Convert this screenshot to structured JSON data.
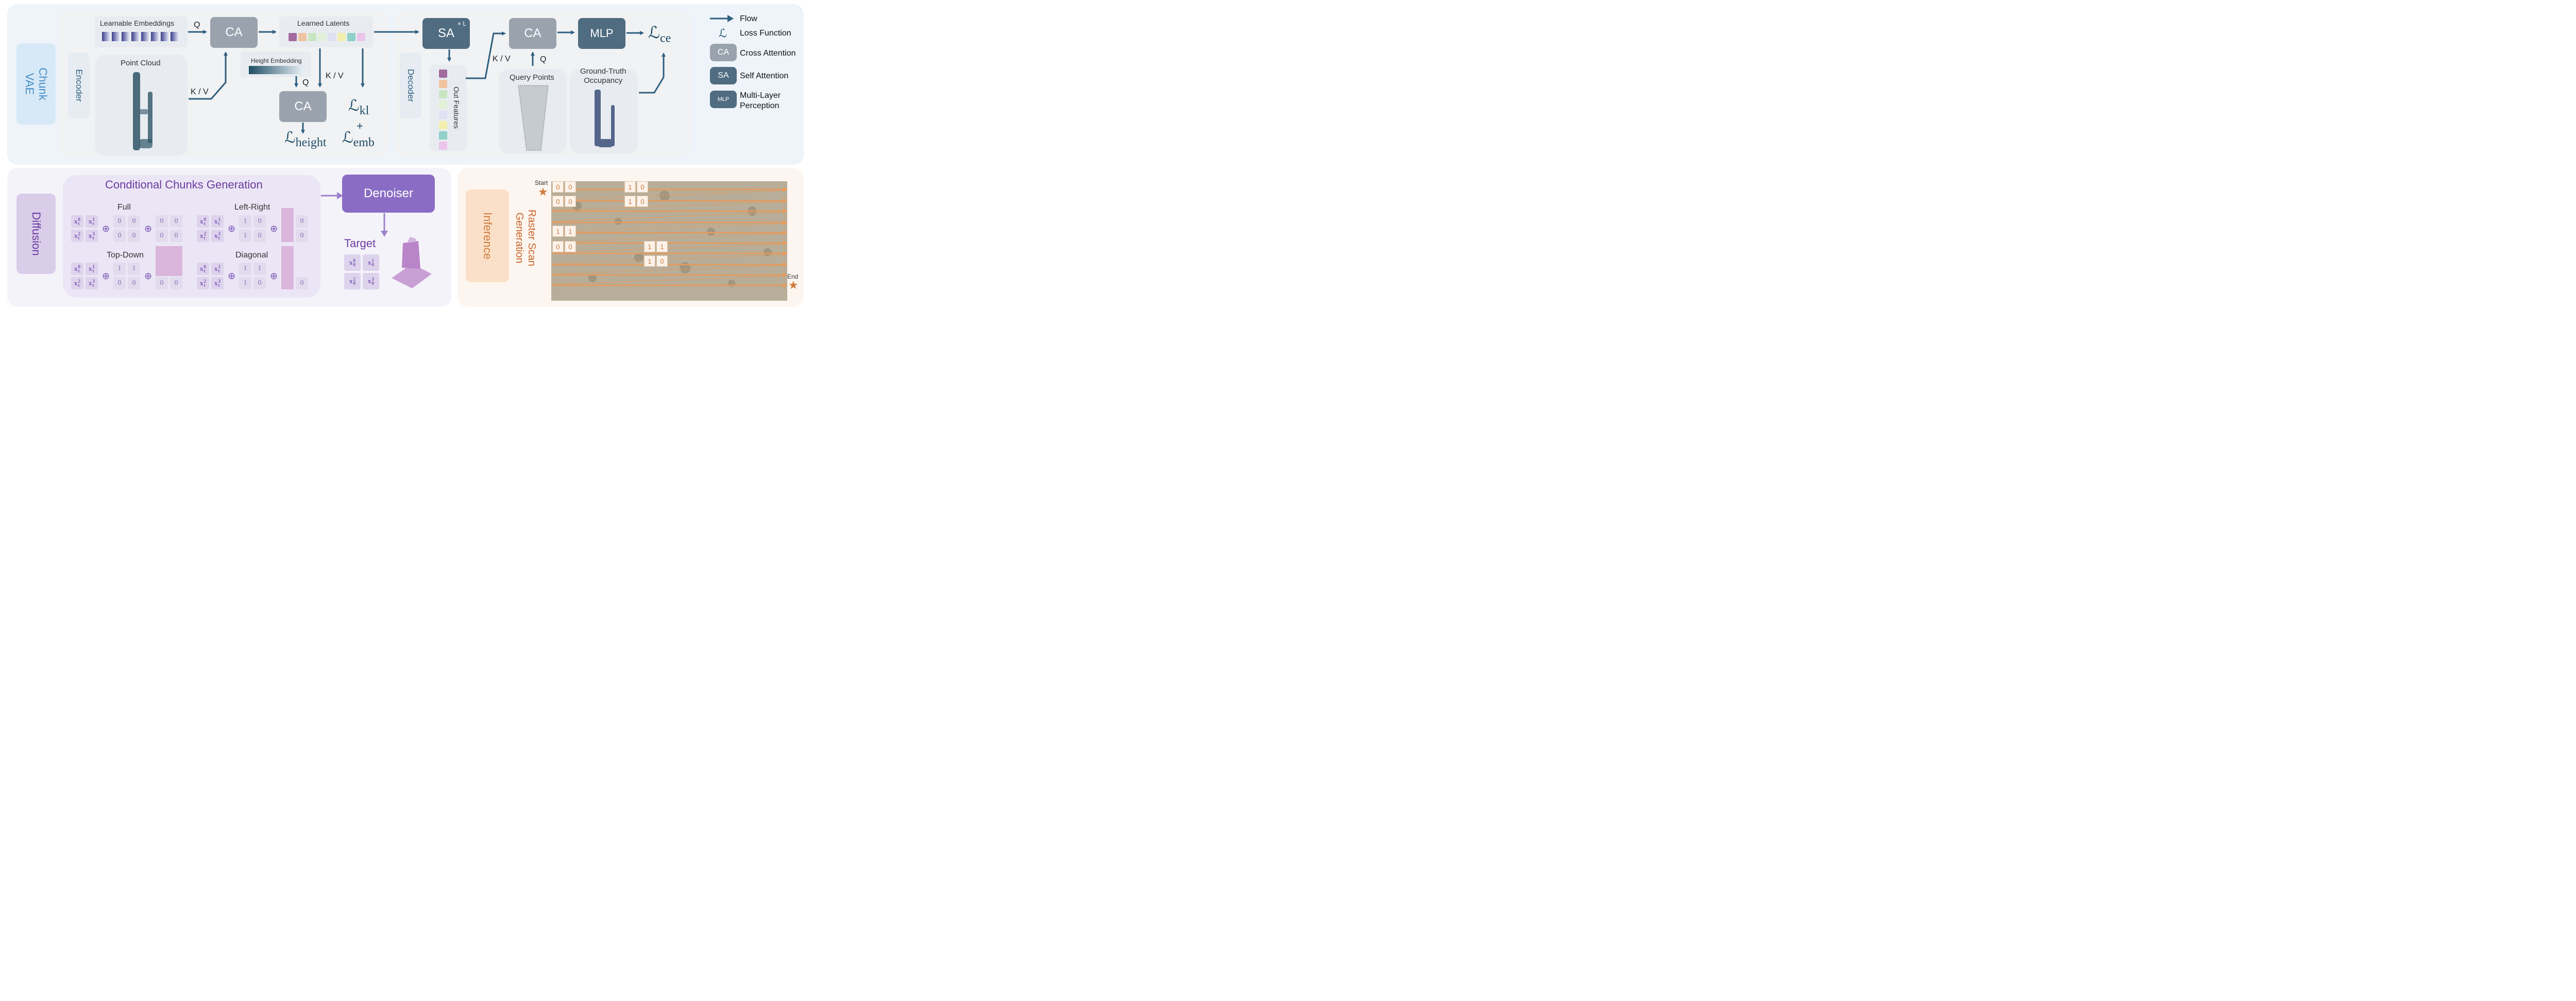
{
  "vae": {
    "section_label": "Chunk\nVAE",
    "encoder_label": "Encoder",
    "decoder_label": "Decoder",
    "learnable_embeddings": "Learnable Embeddings",
    "point_cloud": "Point Cloud",
    "learned_latents": "Learned Latents",
    "height_embedding": "Height Embedding",
    "out_features": "Out Features",
    "query_points": "Query Points",
    "gt_occupancy": "Ground-Truth\nOccupancy",
    "ca": "CA",
    "sa": "SA",
    "sa_mult": "× L",
    "mlp": "MLP",
    "q": "Q",
    "kv": "K / V",
    "loss_height": "ℒ",
    "loss_height_sub": "height",
    "loss_kl": "ℒ",
    "loss_kl_sub": "kl",
    "plus": "+",
    "loss_emb": "ℒ",
    "loss_emb_sub": "emb",
    "loss_ce": "ℒ",
    "loss_ce_sub": "ce"
  },
  "legend": {
    "flow": "Flow",
    "loss_symbol": "ℒ",
    "loss": "Loss Function",
    "ca_box": "CA",
    "ca": "Cross Attention",
    "sa_box": "SA",
    "sa": "Self Attention",
    "mlp_box": "MLP",
    "mlp": "Multi-Layer\nPerception"
  },
  "diffusion": {
    "section_label": "Diffusion",
    "title": "Conditional Chunks Generation",
    "modes": [
      "Full",
      "Left-Right",
      "Top-Down",
      "Diagonal"
    ],
    "mode_masks": [
      [
        "0",
        "0",
        "0",
        "0"
      ],
      [
        "1",
        "0",
        "1",
        "0"
      ],
      [
        "1",
        "1",
        "0",
        "0"
      ],
      [
        "1",
        "1",
        "1",
        "0"
      ]
    ],
    "mode_cond": [
      [
        "0",
        "0",
        "0",
        "0"
      ],
      [
        "0",
        "0"
      ],
      [
        "0",
        "0"
      ],
      [
        "0"
      ]
    ],
    "oplus": "⊕",
    "denoiser": "Denoiser",
    "target": "Target"
  },
  "inference": {
    "section_label": "Inference",
    "subtitle": "Raster Scan\nGeneration",
    "start": "Start",
    "end": "End",
    "cells": [
      "0",
      "0",
      "1",
      "0",
      "0",
      "0",
      "1",
      "0",
      "1",
      "1",
      "0",
      "0",
      "1",
      "1",
      "1",
      "0"
    ]
  },
  "colors": {
    "vae_bg": "#eef4fa",
    "diffusion_bg": "#f5f3fa",
    "inference_bg": "#fdf6f0",
    "ca": "#9aa3ad",
    "sa": "#4f6c80",
    "arrow": "#2f5f7f",
    "purple": "#7b55b5",
    "orange": "#d07a3c"
  }
}
